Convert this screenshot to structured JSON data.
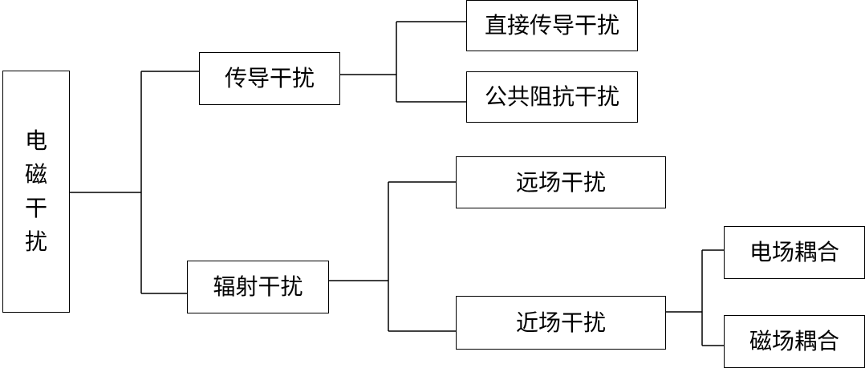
{
  "root": {
    "chars": [
      "电",
      "磁",
      "干",
      "扰"
    ]
  },
  "branches": {
    "conducted": {
      "label": "传导干扰",
      "children": [
        "直接传导干扰",
        "公共阻抗干扰"
      ]
    },
    "radiated": {
      "label": "辐射干扰",
      "far_field": "远场干扰",
      "near_field": {
        "label": "近场干扰",
        "children": [
          "电场耦合",
          "磁场耦合"
        ]
      }
    }
  }
}
